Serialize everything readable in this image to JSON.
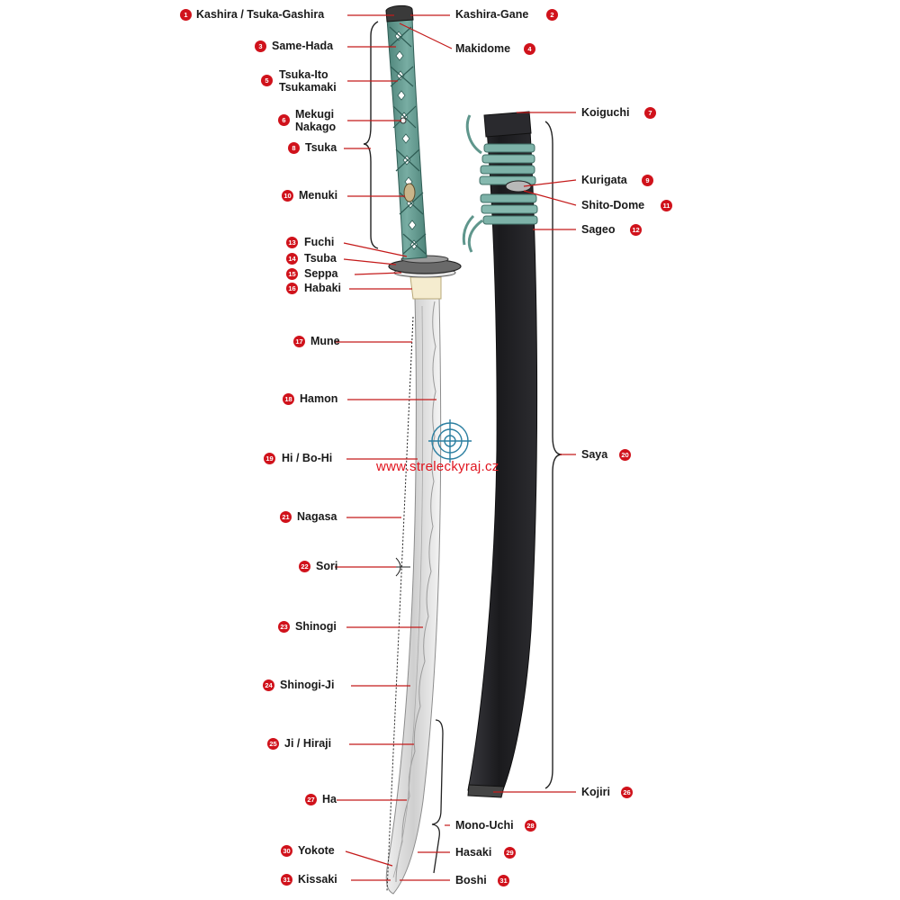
{
  "watermark": "www.streleckyraj.cz",
  "colors": {
    "badge": "#d0121b",
    "wrap": "#5f968c",
    "saya": "#1e1e22",
    "blade": "#d5d5d5",
    "leader": "#c41a1a"
  },
  "left_labels": [
    {
      "num": "1",
      "text": "Kashira / Tsuka-Gashira"
    },
    {
      "num": "3",
      "text": "Same-Hada"
    },
    {
      "num": "5",
      "text": "Tsuka-Ito"
    },
    {
      "num": "",
      "text": "Tsukamaki"
    },
    {
      "num": "6",
      "text": "Mekugi"
    },
    {
      "num": "",
      "text": "Nakago"
    },
    {
      "num": "8",
      "text": "Tsuka"
    },
    {
      "num": "10",
      "text": "Menuki"
    },
    {
      "num": "13",
      "text": "Fuchi"
    },
    {
      "num": "14",
      "text": "Tsuba"
    },
    {
      "num": "15",
      "text": "Seppa"
    },
    {
      "num": "16",
      "text": "Habaki"
    },
    {
      "num": "17",
      "text": "Mune"
    },
    {
      "num": "18",
      "text": "Hamon"
    },
    {
      "num": "19",
      "text": "Hi / Bo-Hi"
    },
    {
      "num": "21",
      "text": "Nagasa"
    },
    {
      "num": "22",
      "text": "Sori"
    },
    {
      "num": "23",
      "text": "Shinogi"
    },
    {
      "num": "24",
      "text": "Shinogi-Ji"
    },
    {
      "num": "25",
      "text": "Ji / Hiraji"
    },
    {
      "num": "27",
      "text": "Ha"
    },
    {
      "num": "30",
      "text": "Yokote"
    },
    {
      "num": "31",
      "text": "Kissaki"
    }
  ],
  "right_labels": [
    {
      "num": "2",
      "text": "Kashira-Gane"
    },
    {
      "num": "4",
      "text": "Makidome"
    },
    {
      "num": "7",
      "text": "Koiguchi"
    },
    {
      "num": "9",
      "text": "Kurigata"
    },
    {
      "num": "11",
      "text": "Shito-Dome"
    },
    {
      "num": "12",
      "text": "Sageo"
    },
    {
      "num": "20",
      "text": "Saya"
    },
    {
      "num": "26",
      "text": "Kojiri"
    },
    {
      "num": "28",
      "text": "Mono-Uchi"
    },
    {
      "num": "29",
      "text": "Hasaki"
    },
    {
      "num": "31",
      "text": "Boshi"
    }
  ]
}
